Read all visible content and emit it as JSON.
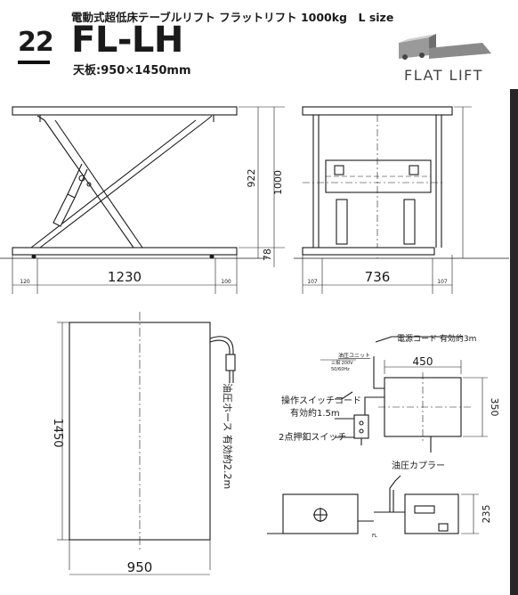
{
  "header": {
    "page_number": "22",
    "subtitle": "電動式超低床テーブルリフト フラットリフト 1000kg　L size",
    "model": "FL-LH",
    "table_spec": "天板:950×1450mm",
    "brand": "FLAT LIFT"
  },
  "side_view": {
    "dim_width": "1230",
    "dim_left": "120",
    "dim_right": "100",
    "dim_height": "922",
    "dim_lowered": "78"
  },
  "front_view": {
    "dim_width": "736",
    "dim_left": "107",
    "dim_right": "107",
    "dim_height": "1000"
  },
  "top_view": {
    "dim_length": "1450",
    "dim_width": "950",
    "hose_label": "油圧ホース 有効約2.2m"
  },
  "power_unit": {
    "cord_label": "電源コード 有効約3m",
    "unit_title": "油圧ユニット",
    "unit_spec1": "三相 200V",
    "unit_spec2": "50/60Hz",
    "dim_width": "450",
    "dim_depth": "350",
    "switch_cord_label": "操作スイッチコード",
    "switch_cord_length": "有効約1.5m",
    "switch_label": "2点押釦スイッチ",
    "coupler_label": "油圧カプラー",
    "dim_height": "235",
    "small_label": "FL"
  }
}
